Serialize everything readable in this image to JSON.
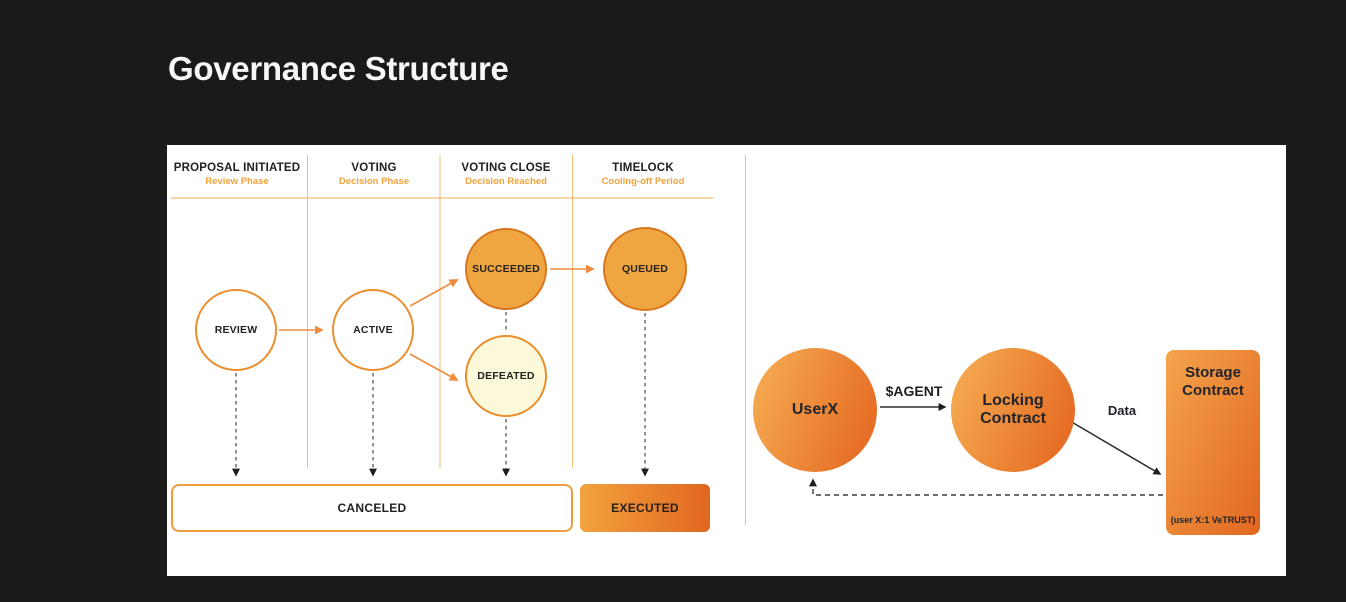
{
  "page": {
    "title": "Governance Structure"
  },
  "colors": {
    "background": "#1a1a1a",
    "panel": "#ffffff",
    "title_text": "#f7f7f7",
    "heading_text": "#232020",
    "accent_orange": "#efa33b",
    "divider_orange": "#f3bc77",
    "arrow_orange": "#ef8b3d",
    "filled_node": "#f0a640",
    "filled_node_border": "#d9771f",
    "defeated_fill": "#fcf8da",
    "node_border": "#e98f2e",
    "executed_grad_start": "#f2a33f",
    "executed_grad_end": "#e2661f",
    "right_grad_start": "#f4a44c",
    "right_grad_end": "#e66f25",
    "dashed_gray": "#58595b",
    "dark_text": "#20242c"
  },
  "left_diagram": {
    "phases": [
      {
        "label": "PROPOSAL INITIATED",
        "sublabel": "Review Phase"
      },
      {
        "label": "VOTING",
        "sublabel": "Decision Phase"
      },
      {
        "label": "VOTING CLOSE",
        "sublabel": "Decision Reached"
      },
      {
        "label": "TIMELOCK",
        "sublabel": "Cooling-off Period"
      }
    ],
    "states": {
      "review": "REVIEW",
      "active": "ACTIVE",
      "succeeded": "SUCCEEDED",
      "defeated": "DEFEATED",
      "queued": "QUEUED",
      "canceled": "CANCELED",
      "executed": "EXECUTED"
    }
  },
  "right_diagram": {
    "userx_label": "UserX",
    "locking_label": "Locking Contract",
    "storage_label": "Storage Contract",
    "agent_label": "$AGENT",
    "data_label": "Data",
    "storage_note": "(user X:1 VeTRUST)"
  }
}
